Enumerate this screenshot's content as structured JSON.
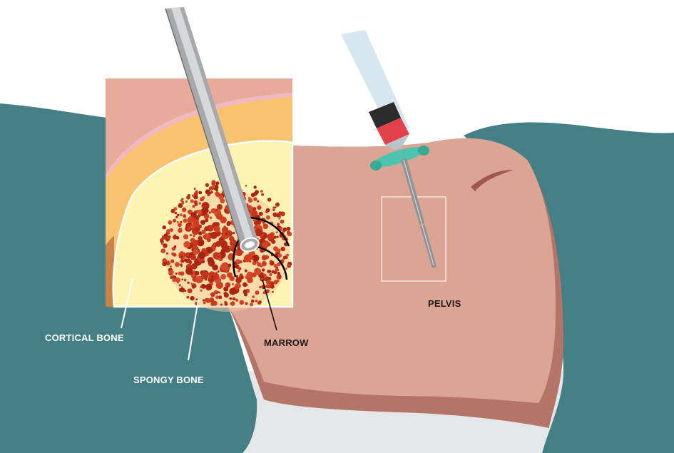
{
  "labels": {
    "cortical_bone": "CORTICAL BONE",
    "spongy_bone": "SPONGY BONE",
    "marrow": "MARROW",
    "pelvis": "PELVIS"
  },
  "colors": {
    "drape": "#457f86",
    "skin": "#dca493",
    "skin_shadow": "#b57468",
    "bed": "#e5e6e8",
    "cortical": "#f8c26f",
    "spongy": "#fdf3b3",
    "marrow_dots": "#c4361c",
    "syringe_barrel": "#d7e7f0",
    "syringe_red": "#e2404a",
    "needle_hub": "#4ec3ad",
    "text_dark": "#1a1a1a",
    "text_light": "#ffffff"
  }
}
